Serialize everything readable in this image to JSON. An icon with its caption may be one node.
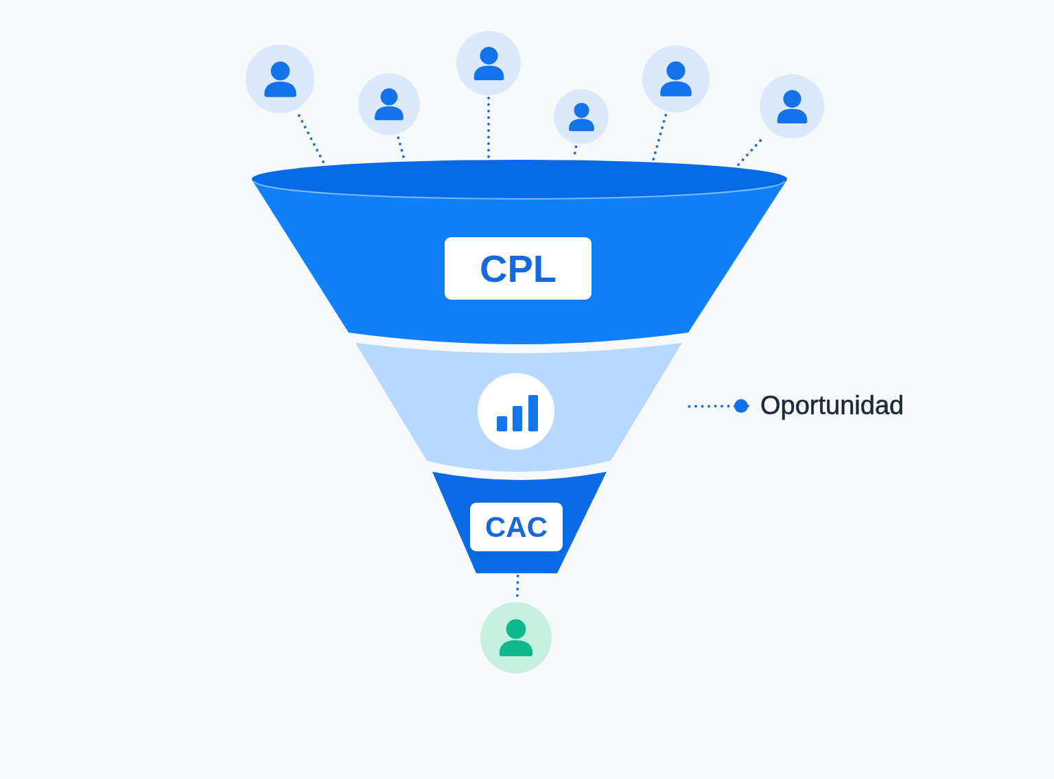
{
  "diagram": {
    "nodes": [
      {
        "text": [],
        "shape": "person"
      },
      {
        "text": [],
        "shape": "person"
      },
      {
        "text": [],
        "shape": "person"
      },
      {
        "text": [],
        "shape": "person"
      },
      {
        "text": [],
        "shape": "person"
      },
      {
        "text": [],
        "shape": "person"
      },
      {
        "text": [],
        "shape": "trapezoid"
      },
      {
        "text": [
          "CPL"
        ],
        "in": 6
      },
      {
        "text": [],
        "shape": "trapezoid"
      },
      {
        "text": [],
        "shape": "trapezoid"
      },
      {
        "text": [
          "CAC"
        ],
        "in": 9
      },
      {
        "text": [],
        "shape": "person"
      },
      {
        "text": [
          "Oportunidad"
        ]
      }
    ],
    "edges": [
      {
        "from": 0,
        "to": 6,
        "arrow": "none",
        "style": "dashed"
      },
      {
        "from": 1,
        "to": 6,
        "arrow": "none",
        "style": "dashed"
      },
      {
        "from": 2,
        "to": 6,
        "arrow": "none",
        "style": "dashed"
      },
      {
        "from": 3,
        "to": 6,
        "arrow": "none",
        "style": "dashed"
      },
      {
        "from": 4,
        "to": 6,
        "arrow": "none",
        "style": "dashed"
      },
      {
        "from": 5,
        "to": 6,
        "arrow": "none",
        "style": "dashed"
      },
      {
        "from": 9,
        "to": 11,
        "arrow": "none",
        "style": "dashed"
      },
      {
        "from": 12,
        "to": 8,
        "arrow": "other",
        "style": "dashed"
      }
    ]
  }
}
